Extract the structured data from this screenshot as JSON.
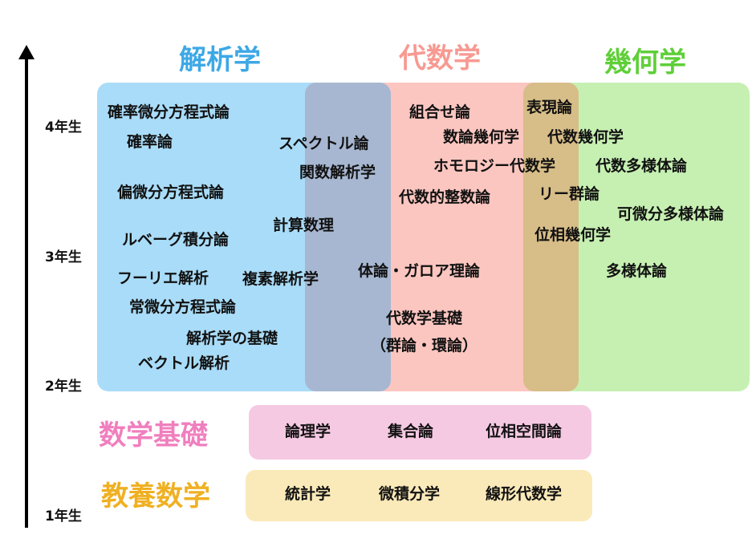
{
  "axis": {
    "years": [
      "4年生",
      "3年生",
      "2年生",
      "1年生"
    ]
  },
  "fields": {
    "analysis": {
      "title": "解析学",
      "color": "#3da8e6",
      "fill": "#a9dcf8"
    },
    "algebra": {
      "title": "代数学",
      "color": "#f79a92",
      "fill": "#fcc6c0"
    },
    "geometry": {
      "title": "幾何学",
      "color": "#5fcf38",
      "fill": "#c6f0b2"
    }
  },
  "analysis_topics": [
    "確率微分方程式論",
    "確率論",
    "偏微分方程式論",
    "ルベーグ積分論",
    "フーリエ解析",
    "常微分方程式論",
    "解析学の基礎",
    "ベクトル解析",
    "複素解析学"
  ],
  "analysis_algebra_topics": [
    "スペクトル論",
    "関数解析学",
    "計算数理"
  ],
  "algebra_topics": [
    "組合せ論",
    "数論幾何学",
    "ホモロジー代数学",
    "代数的整数論",
    "体論・ガロア理論",
    "代数学基礎",
    "（群論・環論）"
  ],
  "algebra_geometry_topics": [
    "表現論",
    "代数幾何学",
    "リー群論",
    "位相幾何学"
  ],
  "geometry_topics": [
    "代数多様体論",
    "可微分多様体論",
    "多様体論"
  ],
  "foundations": {
    "title": "数学基礎",
    "title_color": "#f07fbe",
    "fill": "#f6c9e3",
    "items": [
      "論理学",
      "集合論",
      "位相空間論"
    ]
  },
  "liberal": {
    "title": "教養数学",
    "title_color": "#efb022",
    "fill": "#fbeab9",
    "items": [
      "統計学",
      "微積分学",
      "線形代数学"
    ]
  }
}
